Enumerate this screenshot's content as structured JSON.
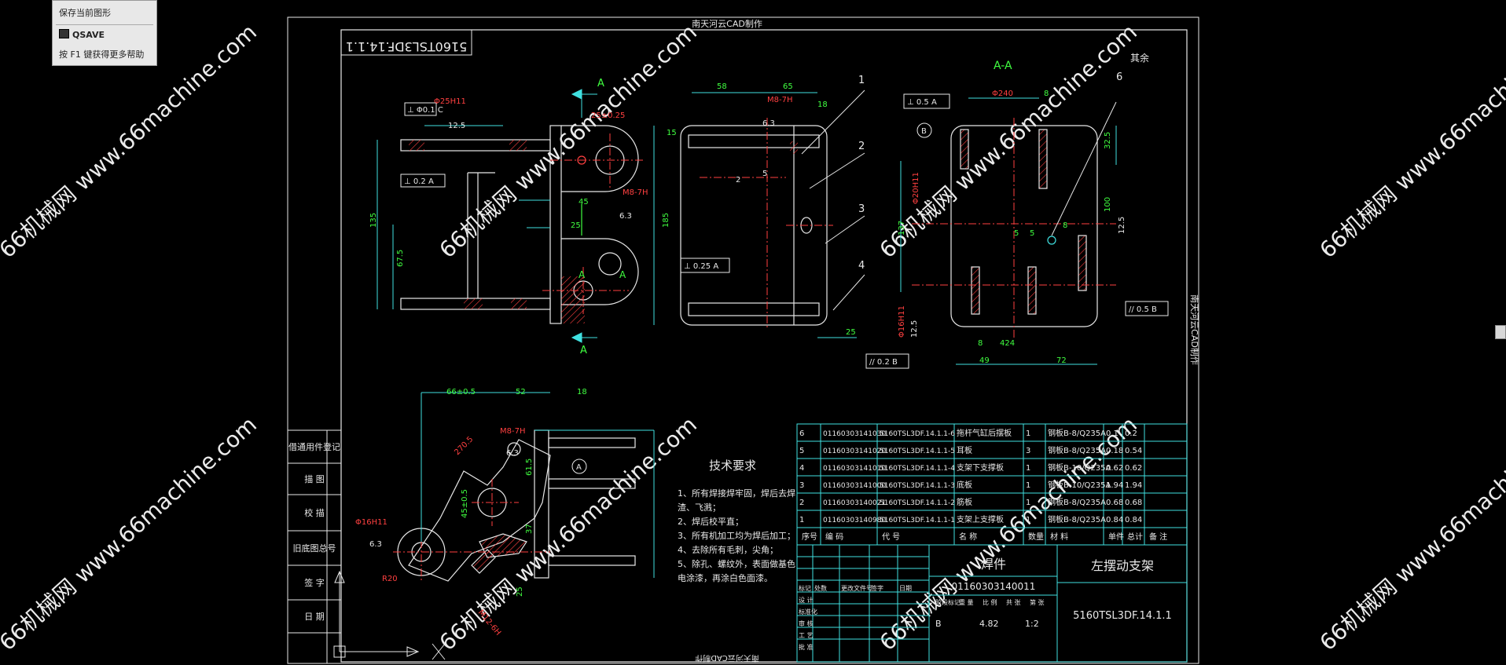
{
  "tooltip": {
    "title": "保存当前图形",
    "command": "QSAVE",
    "help": "按 F1 键获得更多帮助"
  },
  "watermark": "66机械网 www.66machine.com",
  "drawing": {
    "top_header": "南天河云CAD制作",
    "side_header": "南天河云CAD制作",
    "bottom_header": "南天河云CAD制作",
    "mirrored_code": "5160TSL3DF.14.1.1",
    "section_label": "A-A",
    "section_mark": "A",
    "surface_note": "其余",
    "left_strip": [
      "借通用件登记",
      "描 图",
      "校 描",
      "旧底图总号",
      "签 字",
      "日 期"
    ],
    "callouts": [
      "1",
      "2",
      "3",
      "4",
      "6"
    ],
    "dims_main": [
      "58",
      "65",
      "45",
      "25",
      "185",
      "15",
      "25",
      "M8-7H",
      "Φ25H11",
      "25±0.25",
      "67.5",
      "135"
    ],
    "dims_right": [
      "Φ240",
      "32.5",
      "100",
      "137",
      "49",
      "72",
      "8",
      "5",
      "424"
    ],
    "dims_bottom": [
      "66±0.5",
      "52",
      "18",
      "M8-7H",
      "R20",
      "Φ16H11",
      "61.5",
      "37",
      "25"
    ],
    "tolerances": [
      "⊥ Φ0.1 C",
      "⊥ 0.2 A",
      "⊥ 0.25 A",
      "⊥ 0.5 A",
      "// 0.2 B",
      "// 0.5 B"
    ],
    "roughness": [
      "12.5",
      "6.3",
      "6.3",
      "12.5",
      "12.5"
    ]
  },
  "tech_req": {
    "title": "技术要求",
    "lines": [
      "1、所有焊接焊牢固，焊后去焊",
      "渣、飞溅；",
      "2、焊后校平直；",
      "3、所有机加工均为焊后加工；",
      "4、去除所有毛刺，尖角；",
      "5、除孔、螺纹外，表面做基色",
      "电涂漆，再涂白色面漆。"
    ]
  },
  "bom": {
    "rows": [
      {
        "no": "6",
        "code": "01160303141030",
        "drawing": "5160TSL3DF.14.1.1-6",
        "name": "拖杆气缸后摆板",
        "qty": "1",
        "material": "钢板B-8/Q235A",
        "unit": "0.1",
        "total": "0.2"
      },
      {
        "no": "5",
        "code": "01160303141020",
        "drawing": "5160TSL3DF.14.1.1-5",
        "name": "耳板",
        "qty": "3",
        "material": "钢板B-8/Q235A",
        "unit": "0.18",
        "total": "0.54"
      },
      {
        "no": "4",
        "code": "01160303141010",
        "drawing": "5160TSL3DF.14.1.1-4",
        "name": "支架下支撑板",
        "qty": "1",
        "material": "钢板B-10/Q235A",
        "unit": "0.62",
        "total": "0.62"
      },
      {
        "no": "3",
        "code": "01160303141000",
        "drawing": "5160TSL3DF.14.1.1-3",
        "name": "底板",
        "qty": "1",
        "material": "钢板B-10/Q235A",
        "unit": "1.94",
        "total": "1.94"
      },
      {
        "no": "2",
        "code": "01160303140021",
        "drawing": "5160TSL3DF.14.1.1-2",
        "name": "筋板",
        "qty": "1",
        "material": "钢板B-8/Q235A",
        "unit": "0.68",
        "total": "0.68"
      },
      {
        "no": "1",
        "code": "01160303140980",
        "drawing": "5160TSL3DF.14.1.1-1",
        "name": "支架上支撑板",
        "qty": "1",
        "material": "钢板B-8/Q235A",
        "unit": "0.84",
        "total": "0.84"
      }
    ],
    "headers": [
      "序号",
      "编 码",
      "代 号",
      "名 称",
      "数量",
      "材 料",
      "单件",
      "总计",
      "备 注"
    ],
    "weight_header": "重 量"
  },
  "title_block": {
    "weld": "焊件",
    "code": "01160303140011",
    "part_name": "左摆动支架",
    "drawing_no": "5160TSL3DF.14.1.1",
    "stage": "B",
    "weight": "4.82",
    "scale": "1:2",
    "labels": [
      "标记",
      "处数",
      "更改文件号",
      "签字",
      "日期",
      "设 计",
      "标准化",
      "审 核",
      "工 艺",
      "批 准"
    ],
    "mini_labels": [
      "阶段标记",
      "重 量",
      "比 例",
      "共 张",
      "第 张"
    ]
  }
}
